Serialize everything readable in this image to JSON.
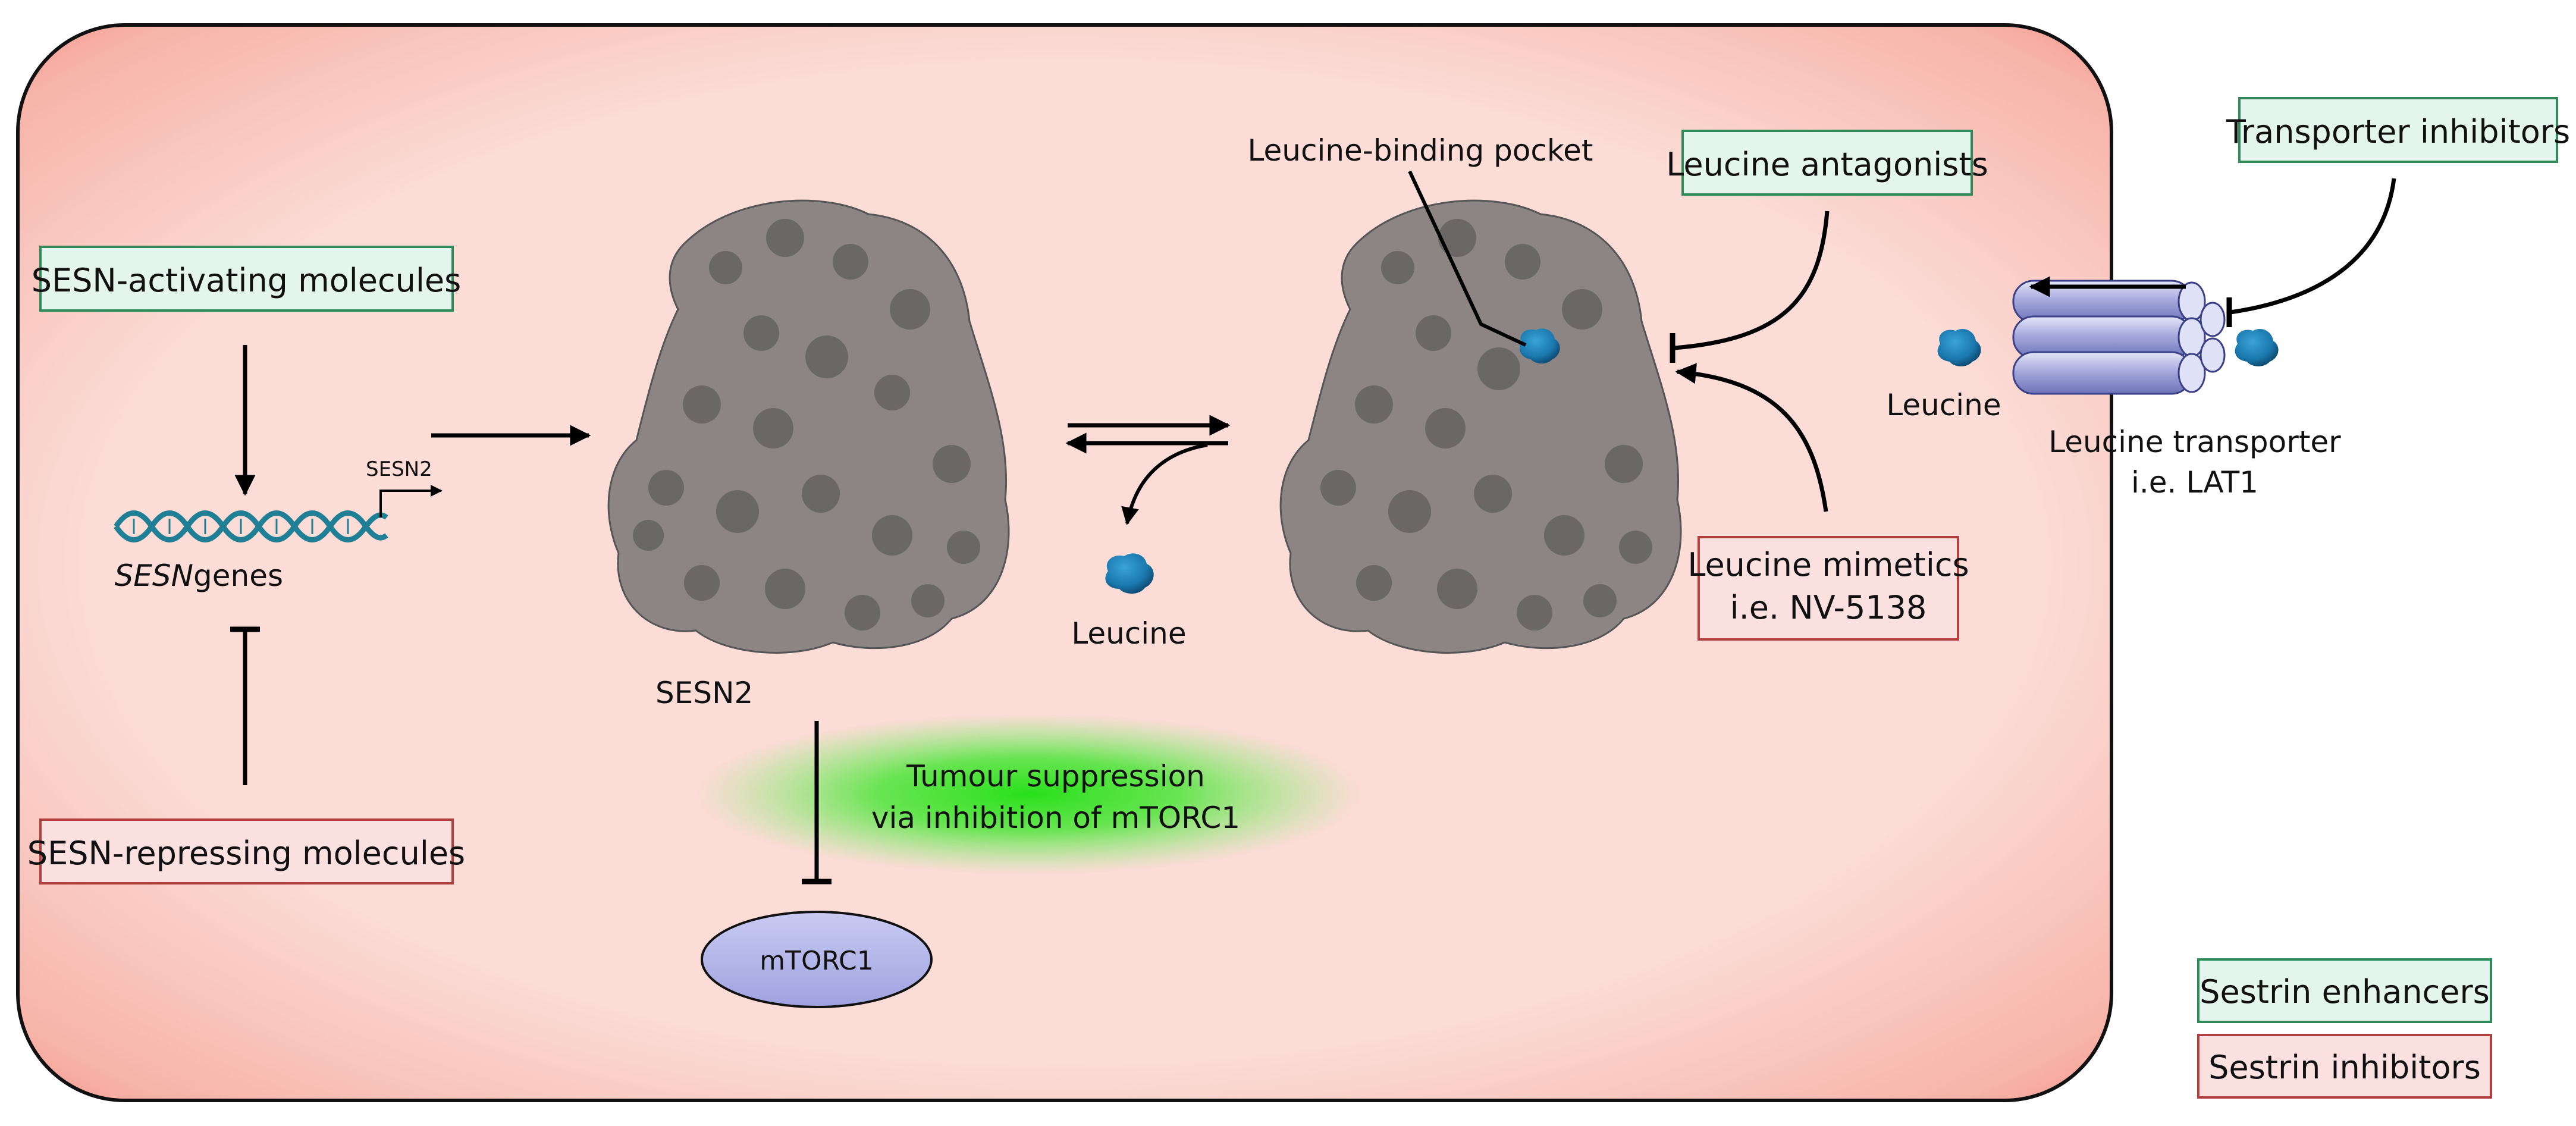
{
  "boxes": {
    "sesn_activating": "SESN-activating molecules",
    "sesn_repressing": "SESN-repressing molecules",
    "leucine_antagonists": "Leucine antagonists",
    "leucine_mimetics_line1": "Leucine mimetics",
    "leucine_mimetics_line2": "i.e. NV-5138",
    "transporter_inhibitors": "Transporter inhibitors"
  },
  "labels": {
    "sesn_genes_italic": "SESN",
    "sesn_genes_rest": " genes",
    "sesn2_small": "SESN2",
    "sesn2_protein": "SESN2",
    "leucine_released": "Leucine",
    "leucine_binding_pocket": "Leucine-binding pocket",
    "leucine_outside": "Leucine",
    "transporter_line1": "Leucine transporter",
    "transporter_line2": "i.e. LAT1",
    "tumour_line1": "Tumour suppression",
    "tumour_line2": "via inhibition of mTORC1",
    "mtorc1": "mTORC1"
  },
  "legend": {
    "enhancers": "Sestrin enhancers",
    "inhibitors": "Sestrin inhibitors"
  },
  "colors": {
    "cell_fill": "#fbd8d2",
    "cell_edge": "#ef8a7e",
    "enhancer_fill": "#e3f5ec",
    "enhancer_border": "#2f8a5a",
    "inhibitor_fill": "#fbe0e0",
    "inhibitor_border": "#b2403f",
    "protein": "#6d6d6d",
    "leucine": "#1a78ad",
    "glow": "#2ee61e",
    "mtorc1": "#b7b9ea",
    "dna": "#1f7f94"
  }
}
